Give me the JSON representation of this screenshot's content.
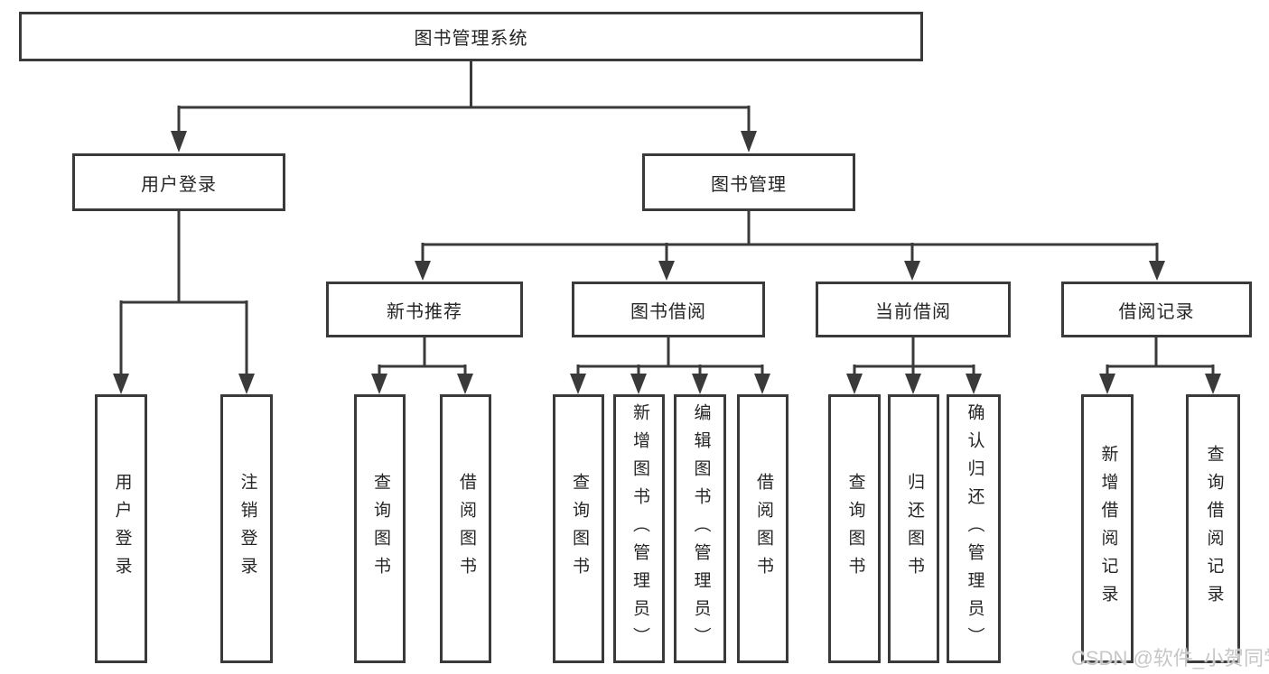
{
  "tree": {
    "label": "图书管理系统",
    "children": [
      {
        "label": "用户登录",
        "children": [
          {
            "label": "用户登录"
          },
          {
            "label": "注销登录"
          }
        ]
      },
      {
        "label": "图书管理",
        "children": [
          {
            "label": "新书推荐",
            "children": [
              {
                "label": "查询图书"
              },
              {
                "label": "借阅图书"
              }
            ]
          },
          {
            "label": "图书借阅",
            "children": [
              {
                "label": "查询图书"
              },
              {
                "label": "新增图书（管理员）"
              },
              {
                "label": "编辑图书（管理员）"
              },
              {
                "label": "借阅图书"
              }
            ]
          },
          {
            "label": "当前借阅",
            "children": [
              {
                "label": "查询图书"
              },
              {
                "label": "归还图书"
              },
              {
                "label": "确认归还（管理员）"
              }
            ]
          },
          {
            "label": "借阅记录",
            "children": [
              {
                "label": "新增借阅记录"
              },
              {
                "label": "查询借阅记录"
              }
            ]
          }
        ]
      }
    ]
  },
  "watermark": "CSDN @软件_小贺同学",
  "colors": {
    "line": "#3a3a3a",
    "box_border": "#3a3a3a",
    "text": "#262626",
    "watermark": "#c7c7c7",
    "background": "#ffffff"
  }
}
